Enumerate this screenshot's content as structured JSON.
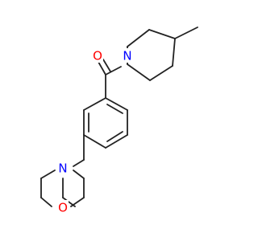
{
  "molecule": {
    "atoms": {
      "carbonyl_oxygen": "O",
      "piperidine_nitrogen": "N",
      "morpholine_nitrogen": "N",
      "morpholine_oxygen": "O"
    },
    "colors": {
      "bond": "#222222",
      "oxygen": "#ff0000",
      "nitrogen": "#0000ff",
      "background": "#ffffff"
    }
  }
}
